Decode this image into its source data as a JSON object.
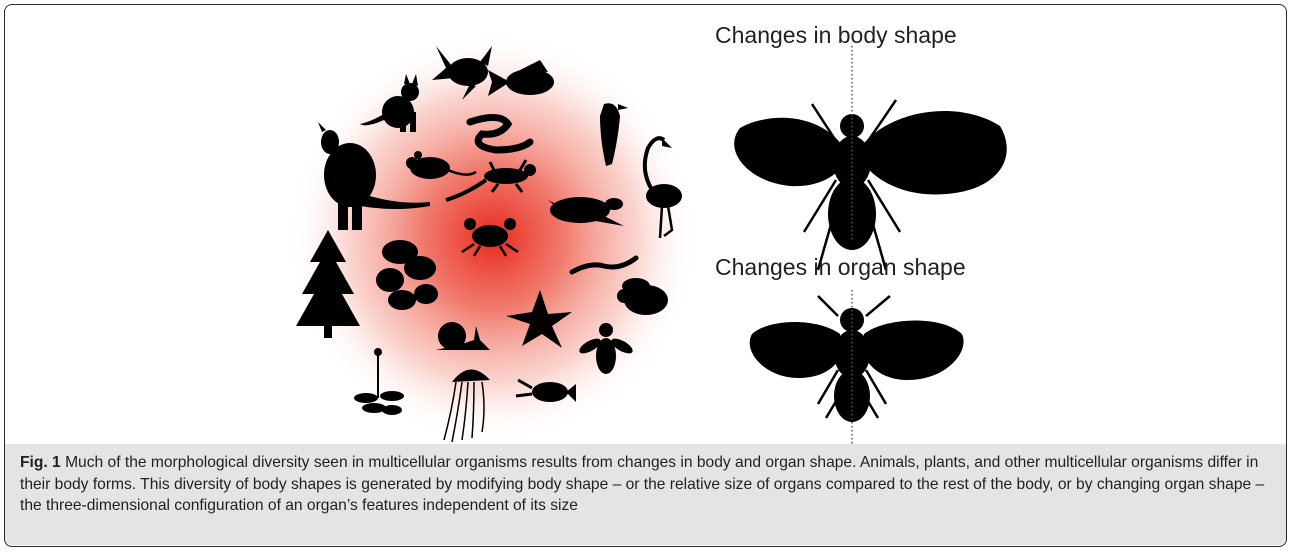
{
  "figure": {
    "right_panel": {
      "top_title": "Changes in body shape",
      "bottom_title": "Changes in organ shape"
    },
    "left_panel": {
      "gradient_colors": {
        "center": "#e8291c",
        "edge": "#ffffff"
      },
      "silhouette_color": "#000000",
      "icons": [
        "goldfish-icon",
        "fish-icon",
        "cat-icon",
        "kangaroo-icon",
        "mouse-icon",
        "snake-icon",
        "bird-icon",
        "lizard-icon",
        "flamingo-icon",
        "turtle-icon",
        "tree-icon",
        "monstera-plant-icon",
        "crab-icon",
        "worm-icon",
        "bee-icon",
        "starfish-icon",
        "snail-icon",
        "fly-icon",
        "arabidopsis-plant-icon",
        "jellyfish-icon",
        "squid-icon"
      ]
    }
  },
  "caption": {
    "label": "Fig. 1",
    "text": " Much of the morphological diversity seen in multicellular organisms results from changes in body and organ shape. Animals, plants, and other multicellular organisms differ in their body forms. This diversity of body shapes is generated by modifying body shape – or the relative size of organs compared to the rest of the body, or by changing organ shape – the three-dimensional configuration of an organ’s features independent of its size",
    "background": "#e4e4e5"
  }
}
